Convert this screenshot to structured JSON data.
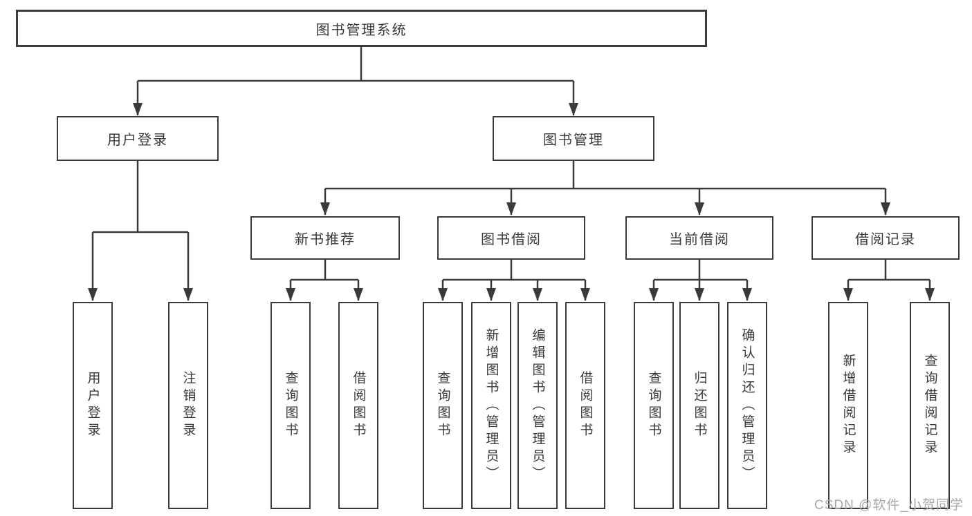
{
  "tree": {
    "root": "图书管理系统",
    "children": [
      {
        "label": "用户登录",
        "children": [
          {
            "label": "用户登录"
          },
          {
            "label": "注销登录"
          }
        ]
      },
      {
        "label": "图书管理",
        "children": [
          {
            "label": "新书推荐",
            "children": [
              {
                "label": "查询图书"
              },
              {
                "label": "借阅图书"
              }
            ]
          },
          {
            "label": "图书借阅",
            "children": [
              {
                "label": "查询图书"
              },
              {
                "label": "新增图书（管理员）"
              },
              {
                "label": "编辑图书（管理员）"
              },
              {
                "label": "借阅图书"
              }
            ]
          },
          {
            "label": "当前借阅",
            "children": [
              {
                "label": "查询图书"
              },
              {
                "label": "归还图书"
              },
              {
                "label": "确认归还（管理员）"
              }
            ]
          },
          {
            "label": "借阅记录",
            "children": [
              {
                "label": "新增借阅记录"
              },
              {
                "label": "查询借阅记录"
              }
            ]
          }
        ]
      }
    ]
  },
  "watermark": {
    "text": "CSDN @软件_小贺同学"
  },
  "colors": {
    "line": "#3a3a3a",
    "box_border": "#3a3a3a",
    "text": "#3a3a3a",
    "watermark": "#a8a8a8",
    "background": "#ffffff"
  }
}
